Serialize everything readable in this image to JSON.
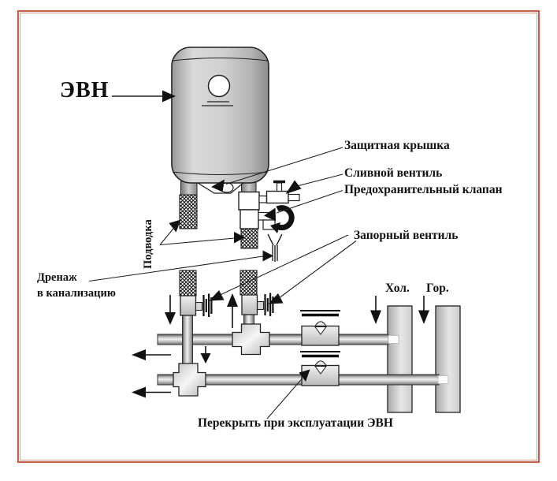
{
  "diagram": {
    "evn_label": "ЭВН",
    "callouts": {
      "protective_cover": "Защитная крышка",
      "drain_valve": "Сливной вентиль",
      "safety_valve": "Предохранительный клапан",
      "shutoff_valve": "Запорный вентиль",
      "supply": "Подводка",
      "drainage_line1": "Дренаж",
      "drainage_line2": "в канализацию",
      "cold_riser": "Хол.",
      "hot_riser": "Гор.",
      "operation_note": "Перекрыть при эксплуатации ЭВН"
    },
    "colors": {
      "frame_border": "#c4614a",
      "frame_border_light": "#e0a38f",
      "line": "#1a1a1a",
      "metal_light": "#f1f1f1",
      "metal_mid": "#c3c3c3",
      "metal_dark": "#6e6e6e",
      "background": "#ffffff"
    }
  }
}
